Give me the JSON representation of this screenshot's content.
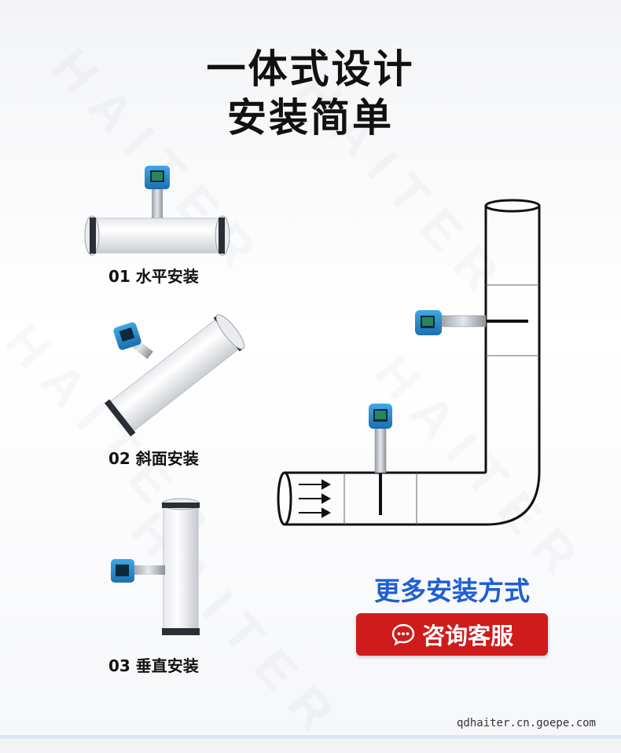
{
  "header": {
    "title_line1": "一体式设计",
    "title_line2": "安装简单"
  },
  "watermark": "HAITER",
  "installs": [
    {
      "label": "01 水平安装"
    },
    {
      "label": "02 斜面安装"
    },
    {
      "label": "03 垂直安装"
    }
  ],
  "cta": {
    "more_text": "更多安装方式",
    "consult_label": "咨询客服"
  },
  "footer": {
    "site": "qdhaiter.cn.goepe.com"
  },
  "colors": {
    "accent_blue": "#1e5fd2",
    "consult_red": "#cf1b1b",
    "meter_blue": "#2a8fd0"
  },
  "icons": [
    "chat-bubble-icon"
  ]
}
